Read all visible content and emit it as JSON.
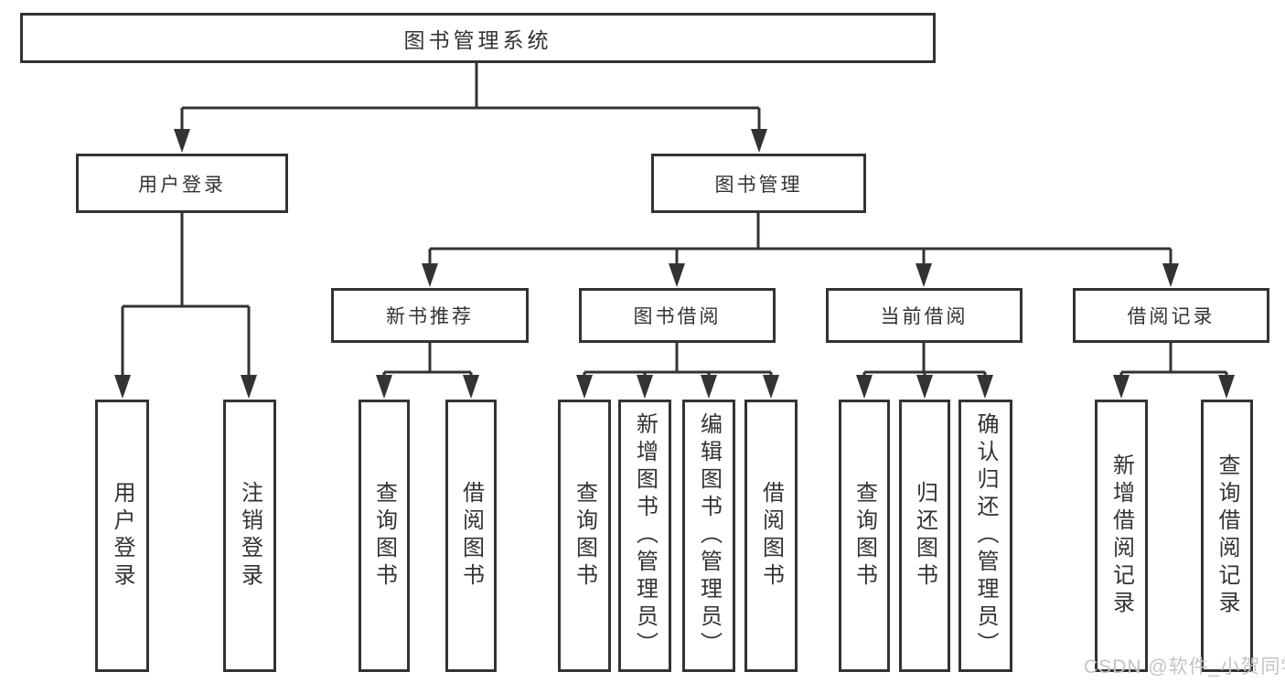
{
  "diagram": {
    "root": {
      "label": "图书管理系统",
      "children": [
        {
          "label": "用户登录",
          "children": [
            {
              "label": "用户登录"
            },
            {
              "label": "注销登录"
            }
          ]
        },
        {
          "label": "图书管理",
          "children": [
            {
              "label": "新书推荐",
              "children": [
                {
                  "label": "查询图书"
                },
                {
                  "label": "借阅图书"
                }
              ]
            },
            {
              "label": "图书借阅",
              "children": [
                {
                  "label": "查询图书"
                },
                {
                  "label": "新增图书（管理员）"
                },
                {
                  "label": "编辑图书（管理员）"
                },
                {
                  "label": "借阅图书"
                }
              ]
            },
            {
              "label": "当前借阅",
              "children": [
                {
                  "label": "查询图书"
                },
                {
                  "label": "归还图书"
                },
                {
                  "label": "确认归还（管理员）"
                }
              ]
            },
            {
              "label": "借阅记录",
              "children": [
                {
                  "label": "新增借阅记录"
                },
                {
                  "label": "查询借阅记录"
                }
              ]
            }
          ]
        }
      ]
    },
    "watermark": "CSDN @软件_小贺同学",
    "colors": {
      "line": "#333333",
      "text": "#333333",
      "watermark": "#c4c4c4",
      "background": "#ffffff"
    }
  }
}
